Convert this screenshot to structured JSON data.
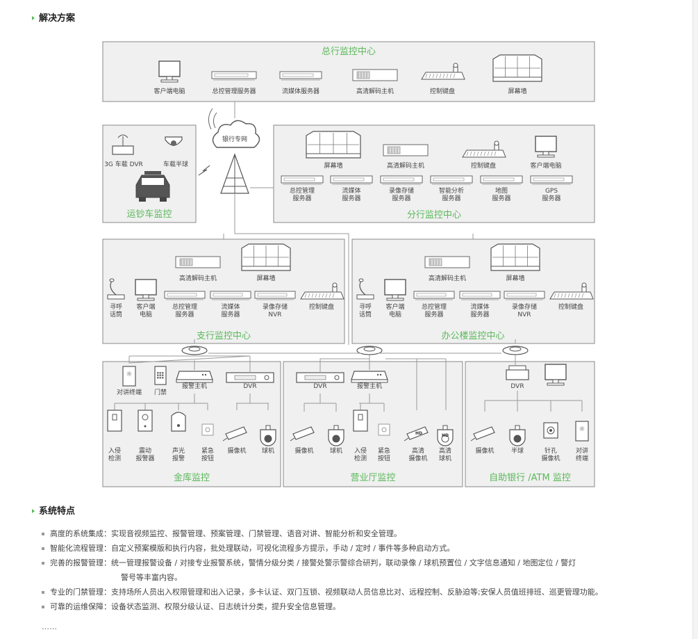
{
  "headings": {
    "solution": "解决方案",
    "features": "系统特点"
  },
  "diagram": {
    "hq": {
      "title": "总行监控中心",
      "items": [
        "客户端电脑",
        "总控管理服务器",
        "流媒体服务器",
        "高清解码主机",
        "控制键盘",
        "屏幕墙"
      ]
    },
    "cash_truck": {
      "title": "运钞车监控",
      "items": [
        "3G 车载 DVR",
        "车载半球"
      ]
    },
    "network": {
      "label": "银行专网"
    },
    "branch": {
      "title": "分行监控中心",
      "top_items": [
        "屏幕墙",
        "高清解码主机",
        "控制键盘",
        "客户端电脑"
      ],
      "servers": [
        [
          "总控管理",
          "服务器"
        ],
        [
          "流媒体",
          "服务器"
        ],
        [
          "录像存储",
          "服务器"
        ],
        [
          "智能分析",
          "服务器"
        ],
        [
          "地图",
          "服务器"
        ],
        [
          "GPS",
          "服务器"
        ]
      ]
    },
    "sub_branch": {
      "title": "支行监控中心",
      "top_items": [
        "高清解码主机",
        "屏幕墙"
      ],
      "items": [
        [
          "寻呼",
          "话筒"
        ],
        [
          "客户端",
          "电脑"
        ],
        [
          "总控管理",
          "服务器"
        ],
        [
          "流媒体",
          "服务器"
        ],
        [
          "录像存储",
          "NVR"
        ],
        [
          "控制键盘",
          ""
        ]
      ]
    },
    "office": {
      "title": "办公楼监控中心",
      "top_items": [
        "高清解码主机",
        "屏幕墙"
      ],
      "items": [
        [
          "寻呼",
          "话筒"
        ],
        [
          "客户端",
          "电脑"
        ],
        [
          "总控管理",
          "服务器"
        ],
        [
          "流媒体",
          "服务器"
        ],
        [
          "录像存储",
          "NVR"
        ],
        [
          "控制键盘",
          ""
        ]
      ]
    },
    "vault": {
      "title": "金库监控",
      "top_items": [
        "对讲终端",
        "门禁",
        "报警主机",
        "DVR"
      ],
      "items": [
        [
          "入侵",
          "检测"
        ],
        [
          "震动",
          "报警器"
        ],
        [
          "声光",
          "报警"
        ],
        [
          "紧急",
          "按钮"
        ],
        [
          "摄像机",
          ""
        ],
        [
          "球机",
          ""
        ]
      ]
    },
    "hall": {
      "title": "营业厅监控",
      "top_items": [
        "DVR",
        "报警主机"
      ],
      "items": [
        [
          "摄像机",
          ""
        ],
        [
          "球机",
          ""
        ],
        [
          "入侵",
          "检测"
        ],
        [
          "紧急",
          "按钮"
        ],
        [
          "高清",
          "摄像机"
        ],
        [
          "高清",
          "球机"
        ]
      ]
    },
    "atm": {
      "title": "自助银行 /ATM 监控",
      "top_items": [
        "DVR"
      ],
      "items": [
        [
          "摄像机",
          ""
        ],
        [
          "半球",
          ""
        ],
        [
          "针孔",
          "摄像机"
        ],
        [
          "对讲",
          "终端"
        ]
      ]
    },
    "hd_badge": "HD"
  },
  "features": [
    {
      "label": "高度的系统集成：",
      "text": "实现音视频监控、报警管理、预案管理、门禁管理、语音对讲、智能分析和安全管理。"
    },
    {
      "label": "智能化流程管理：",
      "text": "自定义预案模版和执行内容，批处理联动，可视化流程多方提示，手动 / 定时 / 事件等多种启动方式。"
    },
    {
      "label": "完善的报警管理：",
      "text": "统一管理报警设备 / 对接专业报警系统，警情分级分类 / 接警处警示警综合研判，联动录像 / 球机预置位 / 文字信息通知 / 地图定位 / 警灯",
      "cont": "警号等丰富内容。"
    },
    {
      "label": "专业的门禁管理：",
      "text": "支持场所人员出入权限管理和出入记录，多卡认证、双门互锁、视频联动人员信息比对、远程控制、反胁迫等;安保人员值班排班、巡更管理功能。"
    },
    {
      "label": "可靠的运维保障：",
      "text": "设备状态监测、权限分级认证、日志统计分类，提升安全信息管理。"
    }
  ],
  "ellipsis": "……",
  "colors": {
    "accent": "#5bb85b",
    "box_fill": "#f0f0f0",
    "box_stroke": "#888888",
    "line": "#999999"
  }
}
